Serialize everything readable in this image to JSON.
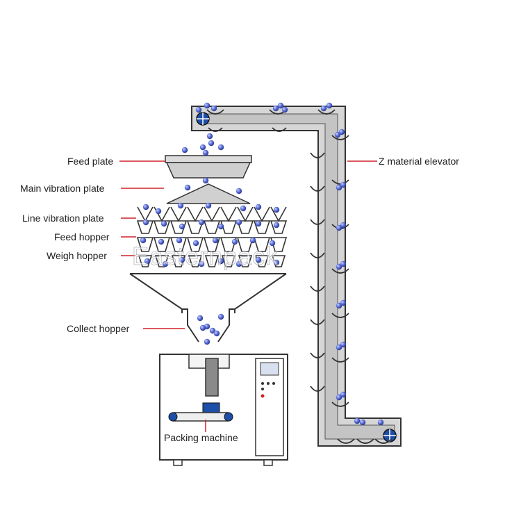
{
  "labels": {
    "feed_plate": "Feed plate",
    "main_vibration_plate": "Main vibration plate",
    "line_vibration_plate": "Line vibration plate",
    "feed_hopper": "Feed hopper",
    "weigh_hopper": "Weigh hopper",
    "collect_hopper": "Collect hopper",
    "z_material_elevator": "Z material elevator",
    "packing_machine": "Packing machine"
  },
  "watermark": "Easternpack",
  "colors": {
    "leader_line": "#d0202a",
    "machine_stroke": "#333333",
    "elevator_fill": "#d4d4d4",
    "product_ball": "#4a5fc8",
    "packer_blue": "#1e4fa8"
  }
}
